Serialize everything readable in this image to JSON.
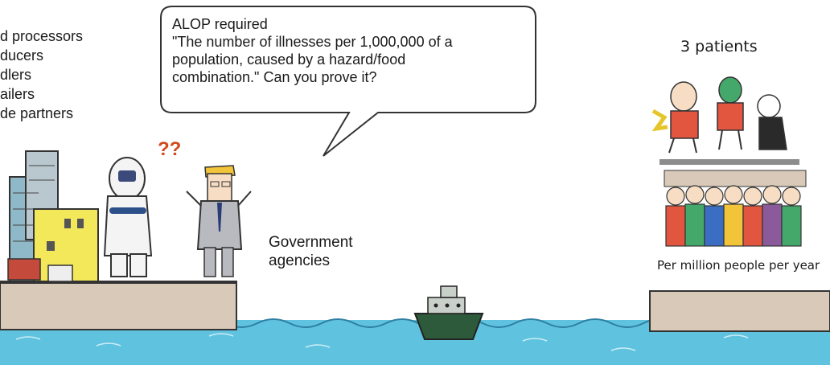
{
  "left_list": [
    "d processors",
    "ducers",
    "dlers",
    "ailers",
    "de partners"
  ],
  "bubble": {
    "line1": "ALOP required",
    "line2": "\"The number of illnesses per 1,000,000 of a",
    "line3": " population, caused by a hazard/food",
    "line4": "combination.\"   Can you prove it?"
  },
  "question_marks": "??",
  "government": {
    "line1": "Government",
    "line2": "agencies"
  },
  "patients_label": "3 patients",
  "per_million_label": "Per million people per year",
  "colors": {
    "sea": "#5fc3df",
    "sea_dark": "#2f7fa3",
    "dock": "#d8c9b9",
    "ship": "#2e5a3c"
  }
}
